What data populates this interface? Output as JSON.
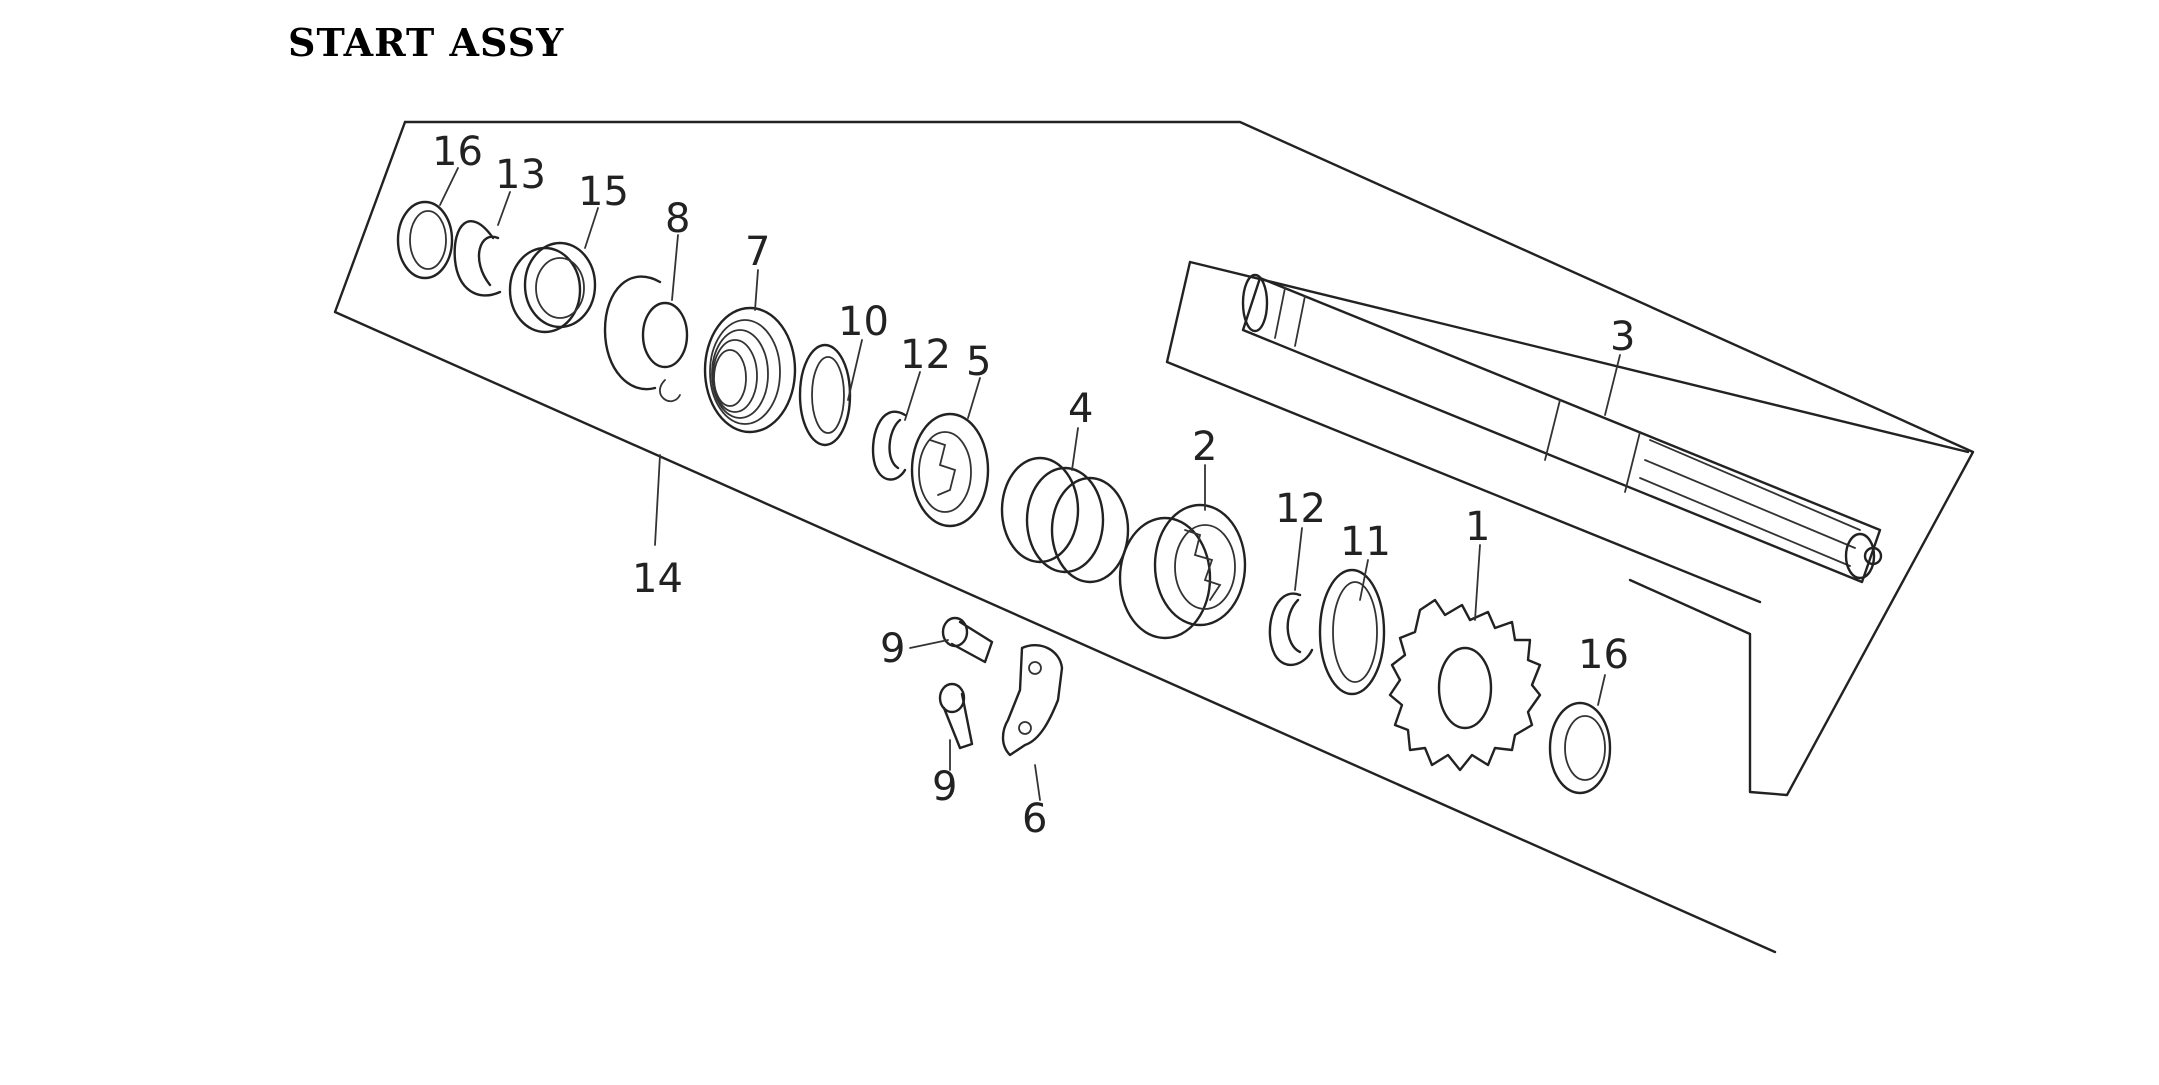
{
  "title": "START ASSY",
  "callouts": {
    "c16a": "16",
    "c13": "13",
    "c15": "15",
    "c8": "8",
    "c7": "7",
    "c10": "10",
    "c12a": "12",
    "c5": "5",
    "c4": "4",
    "c2": "2",
    "c3": "3",
    "c12b": "12",
    "c11": "11",
    "c1": "1",
    "c16b": "16",
    "c14": "14",
    "c9a": "9",
    "c9b": "9",
    "c6": "6"
  }
}
